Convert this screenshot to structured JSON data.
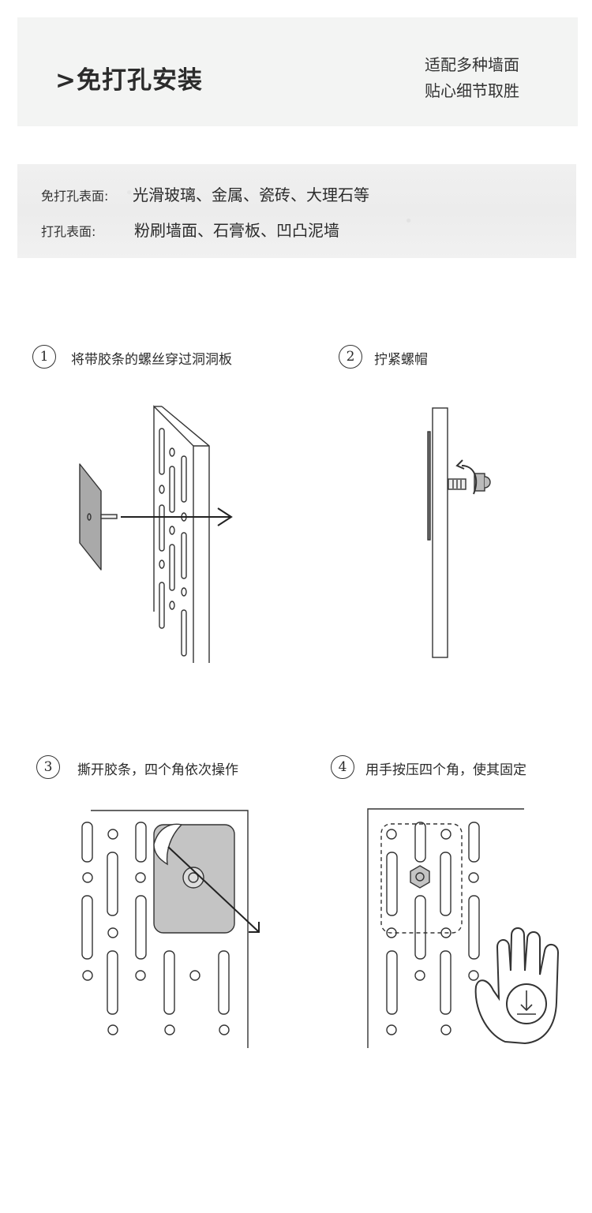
{
  "header": {
    "title": ">免打孔安装",
    "subtitle_lines": [
      "适配多种墙面",
      "贴心细节取胜"
    ]
  },
  "surfaces": [
    {
      "label": "免打孔表面:",
      "value": "光滑玻璃、金属、瓷砖、大理石等"
    },
    {
      "label": "打孔表面:",
      "value": "粉刷墙面、石膏板、凹凸泥墙"
    }
  ],
  "steps": [
    {
      "number": "1",
      "text": "将带胶条的螺丝穿过洞洞板"
    },
    {
      "number": "2",
      "text": "拧紧螺帽"
    },
    {
      "number": "3",
      "text": "撕开胶条，四个角依次操作"
    },
    {
      "number": "4",
      "text": "用手按压四个角，使其固定"
    }
  ]
}
